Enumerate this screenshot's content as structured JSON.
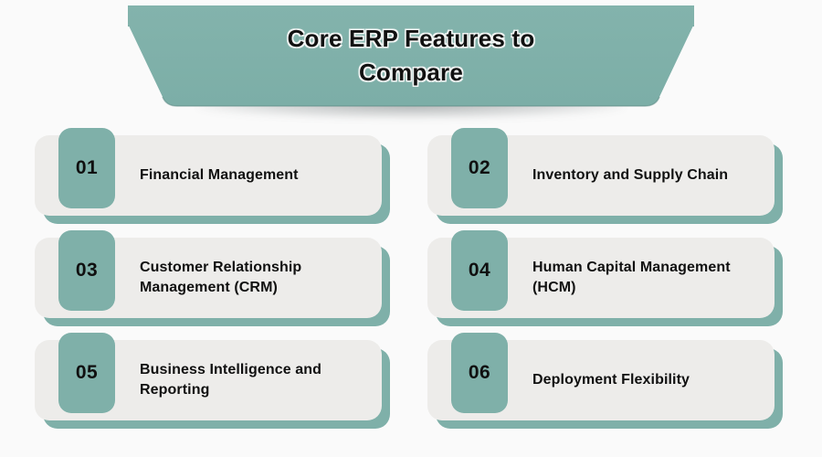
{
  "page": {
    "background_color": "#fafafa",
    "accent_color": "#7fb0a9",
    "fold_color": "#27403f",
    "card_color": "#edecea",
    "text_color": "#101010"
  },
  "header": {
    "title": "Core ERP Features to Compare",
    "title_line_1": "Core ERP Features to",
    "title_line_2": "Compare",
    "shape": "ribbon-banner"
  },
  "features": [
    {
      "number": "01",
      "label": "Financial Management"
    },
    {
      "number": "02",
      "label": "Inventory and Supply Chain"
    },
    {
      "number": "03",
      "label": "Customer Relationship Management (CRM)"
    },
    {
      "number": "04",
      "label": "Human Capital Management (HCM)"
    },
    {
      "number": "05",
      "label": "Business Intelligence and Reporting"
    },
    {
      "number": "06",
      "label": "Deployment Flexibility"
    }
  ]
}
